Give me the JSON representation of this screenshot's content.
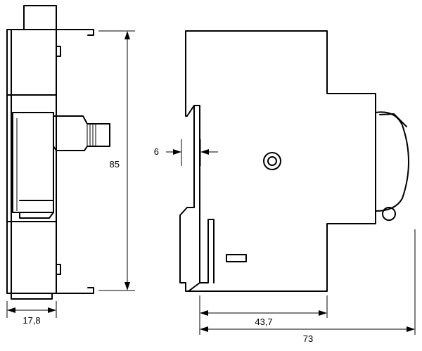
{
  "dimensions": {
    "height": "85",
    "side_width": "17,8",
    "body_depth": "43,7",
    "total_depth": "73",
    "rail_offset": "6"
  }
}
